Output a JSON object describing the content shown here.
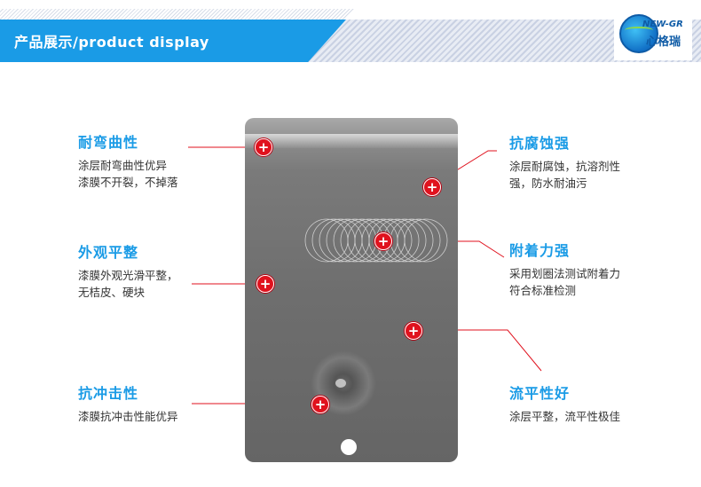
{
  "header": {
    "title": "产品展示/product display",
    "logo_en": "NEW-GR",
    "logo_cn": "心格瑞"
  },
  "colors": {
    "accent": "#1a9be6",
    "marker": "#e0121e",
    "line": "#e0121e",
    "text": "#333333"
  },
  "marker_glyph": "+",
  "features": [
    {
      "title": "耐弯曲性",
      "line1": "涂层耐弯曲性优异",
      "line2": "漆膜不开裂，不掉落"
    },
    {
      "title": "外观平整",
      "line1": "漆膜外观光滑平整，",
      "line2": "无桔皮、硬块"
    },
    {
      "title": "抗冲击性",
      "line1": "漆膜抗冲击性能优异",
      "line2": ""
    },
    {
      "title": "抗腐蚀强",
      "line1": "涂层耐腐蚀，抗溶剂性",
      "line2": "强，防水耐油污"
    },
    {
      "title": "附着力强",
      "line1": "采用划圈法测试附着力",
      "line2": "符合标准检测"
    },
    {
      "title": "流平性好",
      "line1": "涂层平整，流平性极佳",
      "line2": ""
    }
  ]
}
